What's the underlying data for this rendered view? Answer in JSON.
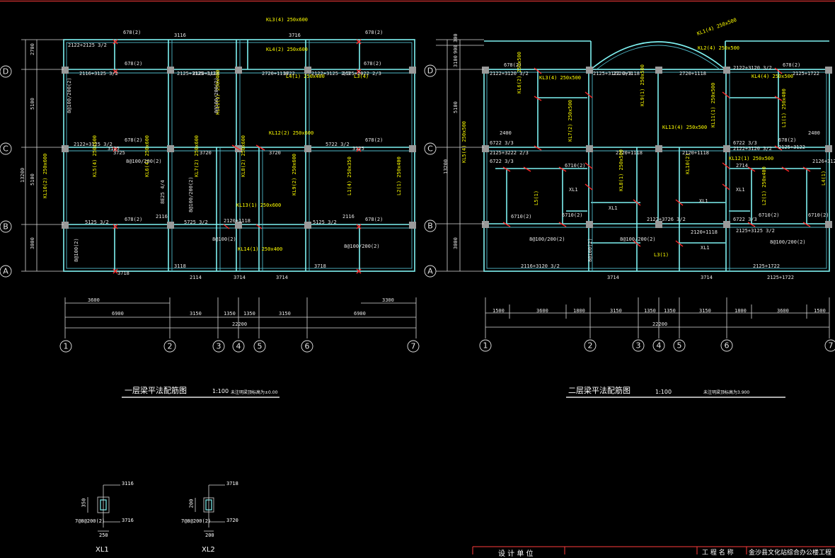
{
  "drawing1": {
    "title": "一层梁平法配筋图",
    "scale": "1:100",
    "note": "未注明梁顶标高为±0.00",
    "axes_v": [
      "D",
      "C",
      "B",
      "A"
    ],
    "axes_h": [
      "1",
      "2",
      "3",
      "4",
      "5",
      "6",
      "7"
    ],
    "dims_left": [
      "2700",
      "5100",
      "13200",
      "5100",
      "3000"
    ],
    "dims_bottom": [
      "3600",
      "6900",
      "3150",
      "1350",
      "1350",
      "3150",
      "6900",
      "3300"
    ],
    "dims_total": "22200",
    "labels_white": [
      "2116+3125 3/2",
      "2125+3125 3/2",
      "2122+3125 2/3",
      "2125+2022 2/3",
      "2122+2125 3/2",
      "2120+1118",
      "2720+1118",
      "5722 3/2",
      "2122+3125 3/2",
      "3725",
      "3720",
      "2116",
      "5125 3/2",
      "5725 3/2",
      "8E25 4/4",
      "2120+1118",
      "5125 3/2",
      "2116",
      "3718",
      "3118",
      "3714",
      "3714",
      "3718",
      "2114",
      "678(2)",
      "678(2)",
      "678(2)",
      "678(2)",
      "678(2)",
      "678(2)",
      "678(2)",
      "678(2)",
      "3116",
      "3716",
      "3125",
      "3125",
      "3720",
      "3722"
    ],
    "labels_yellow": [
      "KL3(4) 250x600",
      "KL4(2) 250x600",
      "KL5(4) 250x600",
      "KL6(4) 250x600",
      "KL7(2) 250x600",
      "KL8(2) 250x600",
      "KL9(2) 250x600",
      "KL10(2) 250x600",
      "KL11(1) 250x400",
      "KL12(2) 250x600",
      "KL13(1) 250x600",
      "KL14(1) 250x400",
      "L1(4) 250x350",
      "L2(1) 250x400",
      "L3(4)",
      "L4(1) 250x400"
    ],
    "stirrups": [
      "8@100/200(2)",
      "8@100/200(2)",
      "8@100/200(2)",
      "8@100/200(2)",
      "8@100(2)",
      "8@100(2)",
      "8@100/200(2)"
    ]
  },
  "drawing2": {
    "title": "二层梁平法配筋图",
    "scale": "1:100",
    "note": "未注明梁顶标高为3.900",
    "axes_v": [
      "D",
      "C",
      "B",
      "A"
    ],
    "axes_h": [
      "1",
      "2",
      "3",
      "4",
      "5",
      "6",
      "7"
    ],
    "dims_left": [
      "300",
      "900",
      "3100",
      "5100",
      "3000",
      "13200"
    ],
    "dims_bottom": [
      "1500",
      "3600",
      "1800",
      "3150",
      "1350",
      "1350",
      "3150",
      "1800",
      "3600",
      "1500"
    ],
    "dims_total": "22200",
    "labels_white": [
      "2122+3120 3/2",
      "2125+3122 2/3",
      "2720+1118",
      "2720+1118",
      "2122+3120 3/2",
      "2125+1722",
      "6722 3/3",
      "2125+3222 2/3",
      "2720+1118",
      "2120+1118",
      "6722 3/3",
      "2122+3120 3/2",
      "2125+3122",
      "2126+3120",
      "2714",
      "6722 3/3",
      "2122+3726 3/2",
      "2120+1118",
      "6722 3/3",
      "2125+3125 3/2",
      "2116+3120 3/2",
      "2125+1722",
      "3714",
      "3714",
      "2125+1722",
      "678(2)",
      "678(2)",
      "678(2)",
      "6710(2)",
      "6710(2)",
      "6710(2)",
      "6710(2)",
      "6710(2)",
      "XL1",
      "XL1",
      "XL1",
      "XL1",
      "XL1",
      "2400",
      "2400"
    ],
    "labels_yellow": [
      "KL1(4) 250x500",
      "KL2(4) 250x500",
      "KL3(4) 250x500",
      "KL4(4) 250x500",
      "KL5(4) 250x500",
      "KL6(2) 250x500",
      "KL7(2) 250x500",
      "KL8(1) 250x500",
      "KL9(1) 250x500",
      "KL10(2)",
      "KL11(1) 250x500",
      "KL12(1) 250x500",
      "KL13(4) 250x500",
      "L1(1) 250x400",
      "L2(1) 250x400",
      "L3(1)",
      "L4(1)",
      "L5(1)"
    ],
    "stirrups": [
      "8@100/200(2)",
      "8@100(2)",
      "8@100/200(2)",
      "8@100/200(2)"
    ]
  },
  "sections": [
    {
      "name": "XL1",
      "top": "3116",
      "bottom": "3716",
      "stirrup": "7@8@200(2)",
      "height": "350",
      "width": "250"
    },
    {
      "name": "XL2",
      "top": "3718",
      "bottom": "3720",
      "stirrup": "7@8@200(2)",
      "height": "200",
      "width": "200"
    }
  ],
  "titleblock": {
    "col1": "设 计 单 位",
    "col2": "工 程 名 称",
    "col3": "金沙县文化站综合办公楼工程"
  },
  "colors": {
    "background": "#000000",
    "beam": "#7ff2f2",
    "label_yellow": "#ffff00",
    "label_white": "#e6e6e6",
    "support_red": "#ff2a2a",
    "column_gray": "#9a9a9a"
  }
}
